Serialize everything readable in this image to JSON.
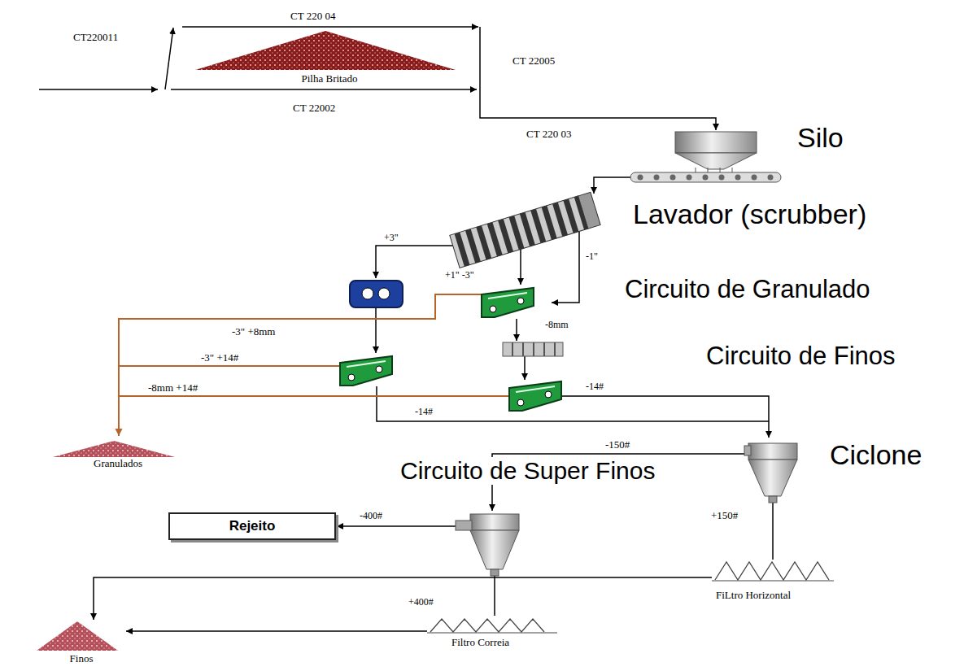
{
  "diagram": {
    "nodes": [
      {
        "text": [
          "Pilha Britado"
        ]
      },
      {
        "text": [
          "Silo"
        ]
      },
      {
        "text": [
          "Lavador (scrubber)"
        ]
      },
      {
        "text": [
          "Ciclone"
        ]
      },
      {
        "text": [
          "Rejeito"
        ]
      },
      {
        "text": [
          "FiLtro Horizontal"
        ]
      },
      {
        "text": [
          "Filtro Correia"
        ]
      },
      {
        "text": [
          "Granulados"
        ]
      },
      {
        "text": [
          "Finos"
        ]
      }
    ],
    "edges": [
      {
        "from": 1,
        "to": 2,
        "arrow": "to"
      },
      {
        "from": 3,
        "to": 5,
        "arrow": "none",
        "label": "+150#"
      },
      {
        "from": 5,
        "to": 8,
        "arrow": "to"
      },
      {
        "from": 6,
        "to": 8,
        "arrow": "to"
      }
    ],
    "labels": [
      "CT220011",
      "CT 220 04",
      "CT 22002",
      "CT 22005",
      "CT 220 03",
      "+3\"",
      "+1\" -3\"",
      "-1\"",
      "Circuito de Granulado",
      "-8mm",
      "-3\" +8mm",
      "Circuito de Finos",
      "-3\" +14#",
      "-8mm +14#",
      "-14#",
      "-14#",
      "-150#",
      "Circuito de Super Finos",
      "-400#",
      "+400#"
    ]
  }
}
